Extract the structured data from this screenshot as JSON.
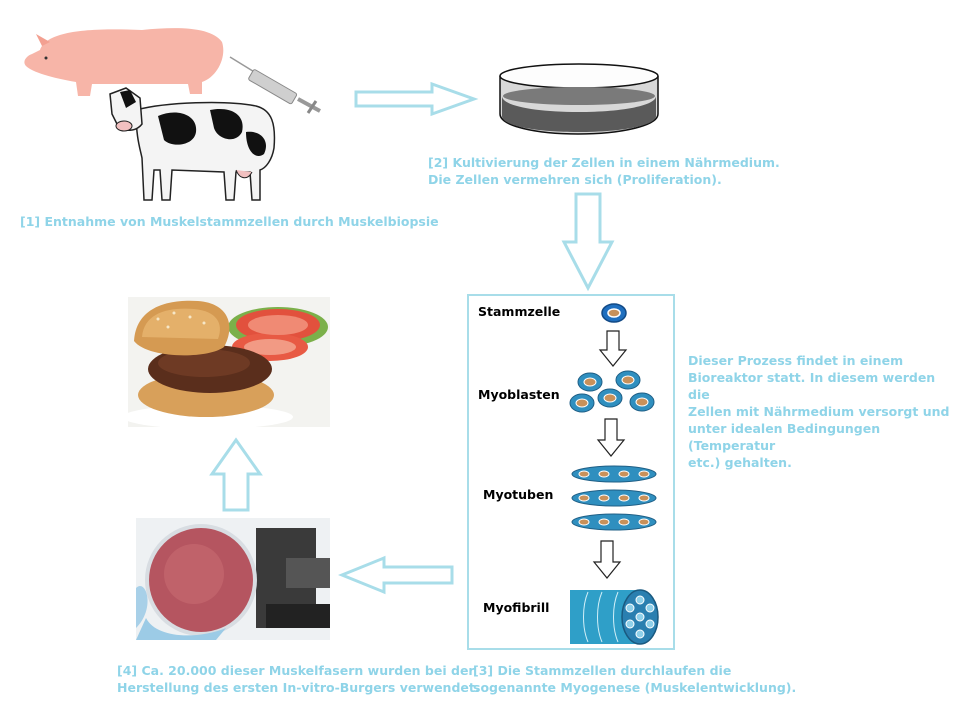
{
  "steps": {
    "step1": "[1] Entnahme von Muskelstammzellen durch Muskelbiopsie",
    "step2_line1": "[2] Kultivierung der Zellen in einem Nährmedium.",
    "step2_line2": "Die Zellen vermehren sich (Proliferation).",
    "step3_line1": "[3] Die Stammzellen durchlaufen die",
    "step3_line2": "sogenannte Myogenese (Muskelentwicklung).",
    "step4_line1": "[4] Ca. 20.000 dieser Muskelfasern wurden bei der",
    "step4_line2": "Herstellung des ersten In-vitro-Burgers verwendet."
  },
  "bioreactor_note": [
    "Dieser Prozess findet in einem",
    "Bioreaktor statt. In diesem werden die",
    "Zellen mit Nährmedium versorgt und",
    "unter idealen Bedingungen (Temperatur",
    "etc.) gehalten."
  ],
  "stages": {
    "stem_cell": "Stammzelle",
    "myoblasts": "Myoblasten",
    "myotubes": "Myotuben",
    "myofibril": "Myofibrill"
  },
  "colors": {
    "caption": "#8fd4e8",
    "arrow_stroke": "#a8dde9",
    "cell_blue": "#2f8fbf",
    "nucleus": "#c8915a",
    "pig": "#f7b5a8"
  },
  "icons": [
    "pig-icon",
    "cow-icon",
    "syringe-icon",
    "petri-dish-icon",
    "burger-image",
    "meat-patty-image"
  ]
}
